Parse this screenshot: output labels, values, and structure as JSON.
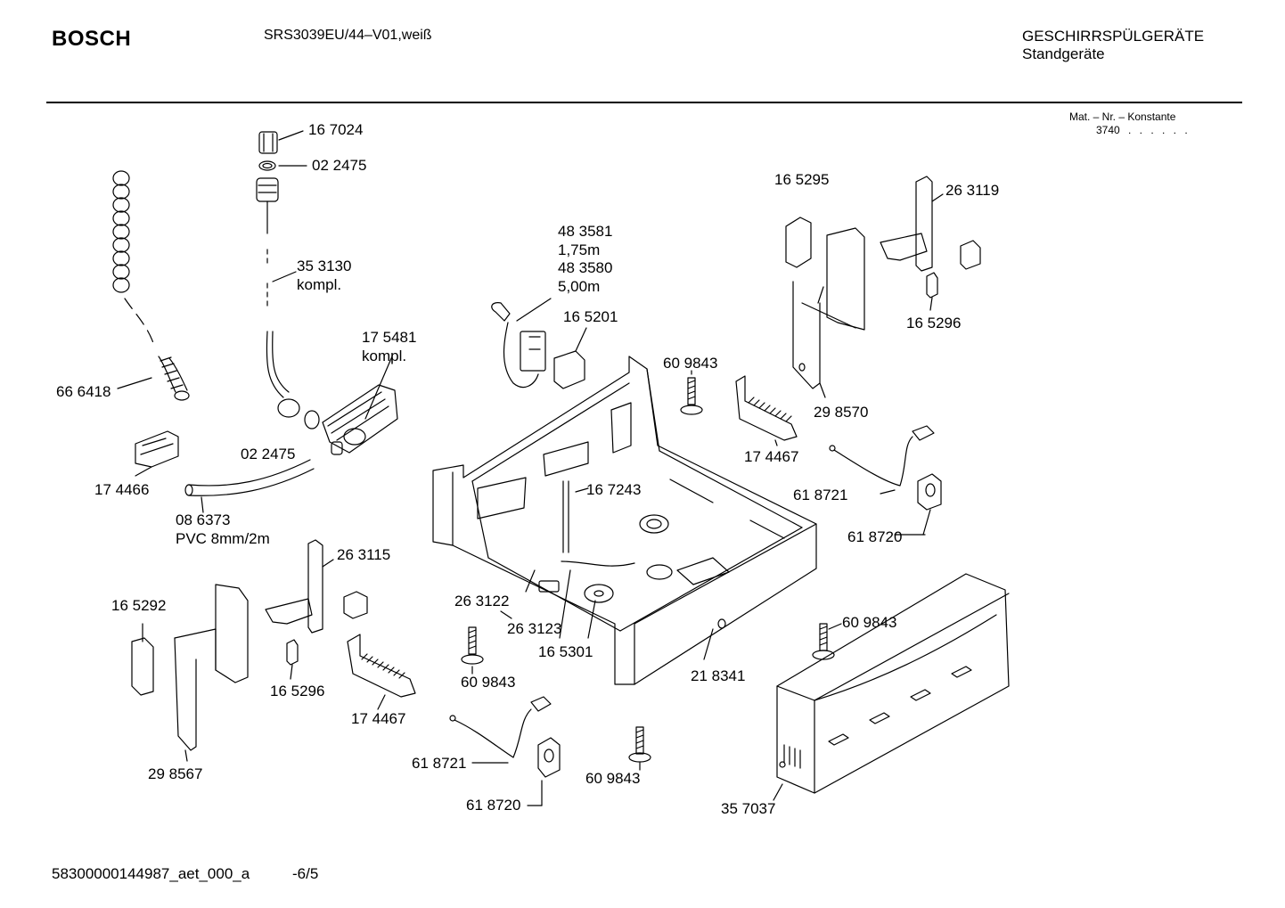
{
  "header": {
    "brand": "BOSCH",
    "model": "SRS3039EU/44–V01,weiß",
    "category": "GESCHIRRSPÜLGERÄTE",
    "subcategory": "Standgeräte",
    "mat_label": "Mat. – Nr. – Konstante",
    "mat_value": "3740",
    "mat_dots": ". . . . . ."
  },
  "labels": {
    "l167024": "16 7024",
    "l022475a": "02 2475",
    "l353130": "35 3130",
    "l353130b": "kompl.",
    "l666418": "66 6418",
    "l483581": "48 3581",
    "l175m": "1,75m",
    "l483580": "48 3580",
    "l500m": "5,00m",
    "l165201": "16 5201",
    "l175481": "17 5481",
    "l175481b": "kompl.",
    "l022475b": "02 2475",
    "l174466": "17 4466",
    "l086373": "08 6373",
    "lpvc": "PVC 8mm/2m",
    "l165295": "16 5295",
    "l263119": "26 3119",
    "l165296a": "16 5296",
    "l609843a": "60 9843",
    "l298570": "29 8570",
    "l174467a": "17 4467",
    "l167243": "16 7243",
    "l618721a": "61 8721",
    "l618720a": "61 8720",
    "l263115": "26 3115",
    "l165292": "16 5292",
    "l165296b": "16 5296",
    "l174467b": "17 4467",
    "l298567": "29 8567",
    "l263122": "26 3122",
    "l263123": "26 3123",
    "l165301": "16 5301",
    "l609843b": "60 9843",
    "l218341": "21 8341",
    "l609843c": "60 9843",
    "l618721b": "61 8721",
    "l618720b": "61 8720",
    "l609843d": "60 9843",
    "l357037": "35 7037"
  },
  "footer": {
    "doc_id": "58300000144987_aet_000_a",
    "page": "-6/5"
  }
}
